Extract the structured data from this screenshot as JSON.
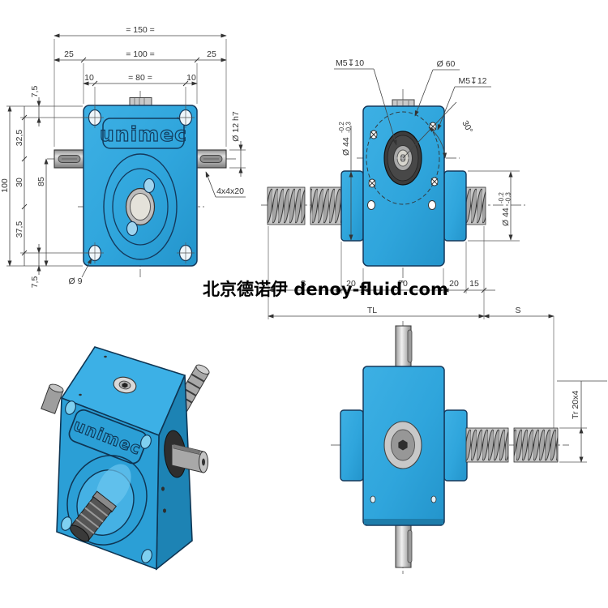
{
  "watermark": "北京德诺伊 denoy-fluid.com",
  "logo_text": "unimec",
  "colors": {
    "body_blue": "#2fa5dc",
    "body_blue_dark": "#1d83b4",
    "body_blue_light": "#3cb0e6",
    "outline_navy": "#14395c",
    "shaft_gray": "#b9b9b9",
    "bore_dark": "#3c3c3c",
    "dimension_gray": "#333333"
  },
  "front_view": {
    "width_total": "= 150 =",
    "margin_left": "25",
    "width_flange": "= 100 =",
    "margin_right": "25",
    "hole_offset": "10",
    "hole_spacing": "= 80 =",
    "edge_top": "7,5",
    "upper_span": "32,5",
    "mid_span": "30",
    "axis_span": "85",
    "height_total": "100",
    "lower_span": "37,5",
    "edge_bottom": "7,5",
    "hole_dia": "Ø 9",
    "shaft_dia": "Ø 12 h7",
    "key_size": "4x4x20"
  },
  "screw_view": {
    "tap_top": "M5↧10",
    "bolt_circle": "Ø 60",
    "tap_side": "M5↧12",
    "angle": "30°",
    "boss_dia": "Ø 44",
    "tol_upper": "-0.2",
    "tol_lower": "-0.3",
    "stroke_label": "S",
    "d20": "20",
    "d70": "70",
    "d15": "15",
    "total_length": "TL",
    "stroke_label2": "S"
  },
  "side_view": {
    "thread_spec": "Tr 20x4"
  }
}
